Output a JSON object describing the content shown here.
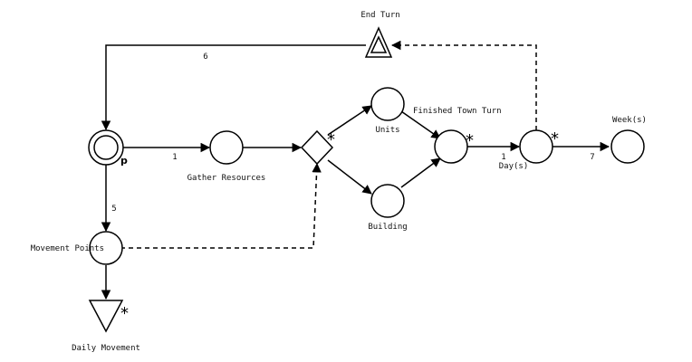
{
  "labels": {
    "end_turn": "End Turn",
    "gather_resources": "Gather Resources",
    "units": "Units",
    "finished_town_turn": "Finished Town Turn",
    "building": "Building",
    "movement_points": "Movement Points",
    "daily_movement": "Daily Movement",
    "days": "Day(s)",
    "weeks": "Week(s)"
  },
  "edge_labels": {
    "p_to_gather": "1",
    "to_days": "1",
    "days_to_weeks": "7",
    "p_to_movement": "5",
    "end_to_p": "6"
  },
  "markers": {
    "p": "p",
    "star": "*"
  }
}
